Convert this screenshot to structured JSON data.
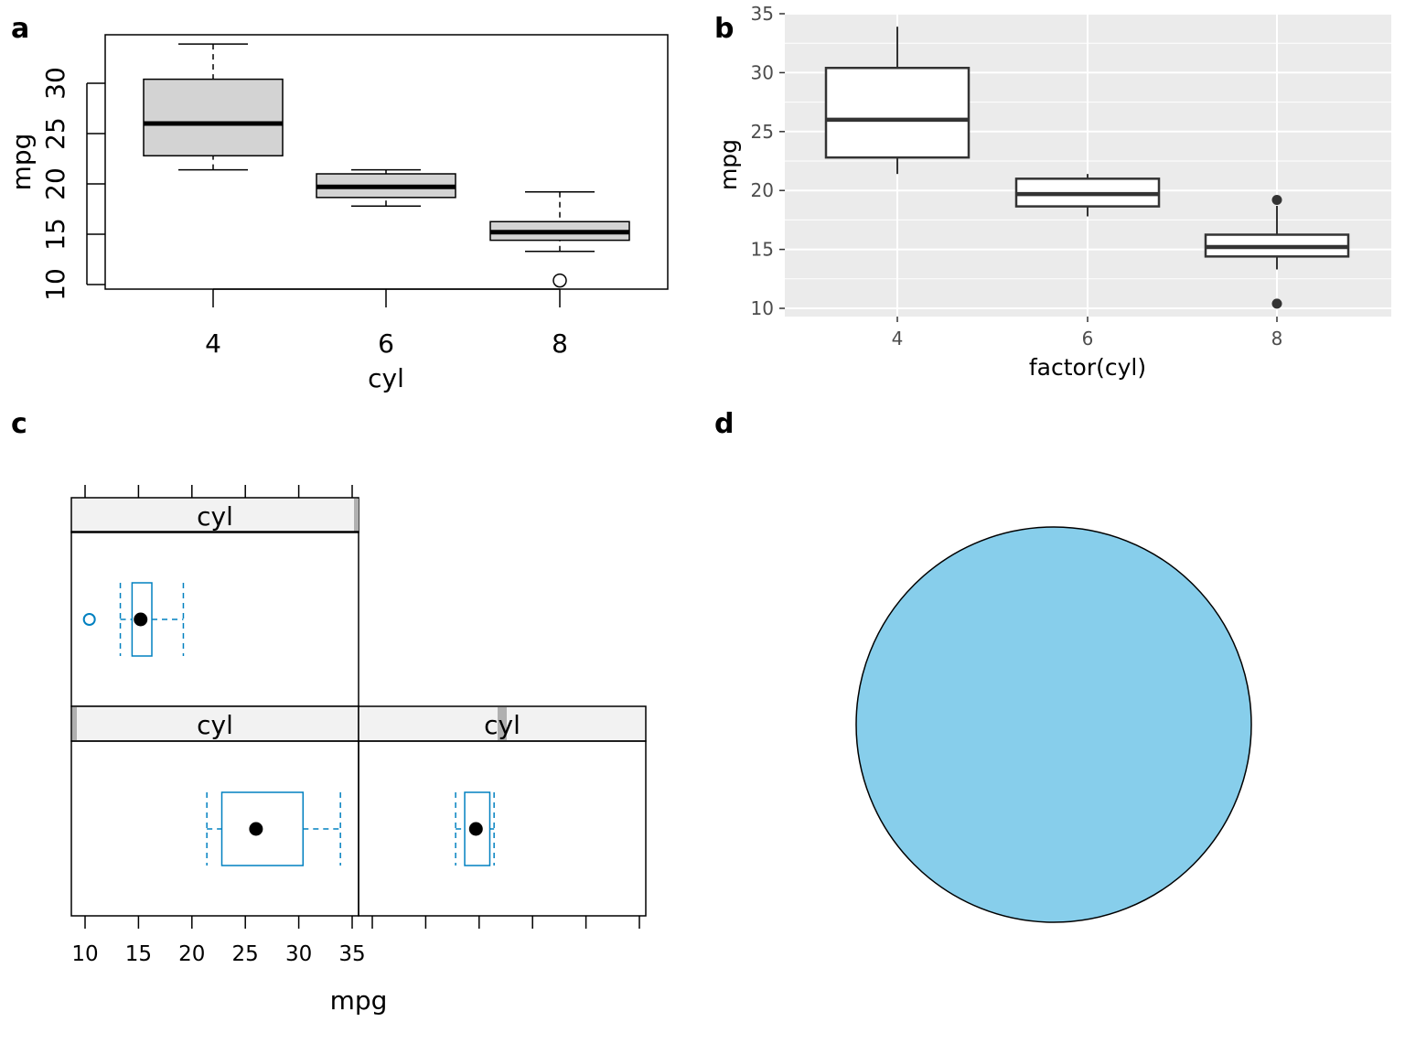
{
  "panel_labels": [
    "a",
    "b",
    "c",
    "d"
  ],
  "chart_data": [
    {
      "type": "box",
      "panel": "a",
      "style": "base-graphics",
      "xlabel": "cyl",
      "ylabel": "mpg",
      "categories": [
        "4",
        "6",
        "8"
      ],
      "yticks": [
        "10",
        "15",
        "20",
        "25",
        "30"
      ],
      "ylim": [
        9.5,
        35
      ],
      "boxes": [
        {
          "cat": "4",
          "min": 21.4,
          "q1": 22.8,
          "median": 26.0,
          "q3": 30.4,
          "max": 33.9,
          "outliers": []
        },
        {
          "cat": "6",
          "min": 17.8,
          "q1": 18.65,
          "median": 19.7,
          "q3": 21.0,
          "max": 21.4,
          "outliers": []
        },
        {
          "cat": "8",
          "min": 13.3,
          "q1": 14.4,
          "median": 15.2,
          "q3": 16.25,
          "max": 19.2,
          "outliers": [
            10.4
          ]
        }
      ]
    },
    {
      "type": "box",
      "panel": "b",
      "style": "ggplot2",
      "xlabel": "factor(cyl)",
      "ylabel": "mpg",
      "categories": [
        "4",
        "6",
        "8"
      ],
      "yticks": [
        "10",
        "15",
        "20",
        "25",
        "30",
        "35"
      ],
      "ylim": [
        9.2,
        35
      ],
      "boxes": [
        {
          "cat": "4",
          "min": 21.4,
          "q1": 22.8,
          "median": 26.0,
          "q3": 30.4,
          "max": 33.9,
          "outliers": []
        },
        {
          "cat": "6",
          "min": 17.8,
          "q1": 18.65,
          "median": 19.7,
          "q3": 21.0,
          "max": 21.4,
          "outliers": []
        },
        {
          "cat": "8",
          "min": 13.3,
          "q1": 14.4,
          "median": 15.2,
          "q3": 16.25,
          "max": 18.7,
          "outliers": [
            19.2,
            10.4
          ]
        }
      ]
    },
    {
      "type": "box",
      "panel": "c",
      "style": "lattice",
      "xlabel": "mpg",
      "strip_label": "cyl",
      "xticks": [
        "10",
        "15",
        "20",
        "25",
        "30",
        "35"
      ],
      "xlim": [
        8.7,
        36
      ],
      "boxes": [
        {
          "cat": "8",
          "min": 13.3,
          "q1": 14.4,
          "median": 15.2,
          "q3": 16.25,
          "max": 19.2,
          "outliers": [
            10.4
          ]
        },
        {
          "cat": "4",
          "min": 21.4,
          "q1": 22.8,
          "median": 26.0,
          "q3": 30.4,
          "max": 33.9,
          "outliers": []
        },
        {
          "cat": "6",
          "min": 17.8,
          "q1": 18.65,
          "median": 19.7,
          "q3": 21.0,
          "max": 21.4,
          "outliers": []
        }
      ]
    },
    {
      "type": "shape",
      "panel": "d",
      "shape": "circle",
      "fill": "#87CEEB"
    }
  ],
  "colors": {
    "lattice_blue": "#0080C0",
    "gg_bg": "#EBEBEB",
    "box_fill": "#D3D3D3",
    "circle": "#87CEEB"
  }
}
